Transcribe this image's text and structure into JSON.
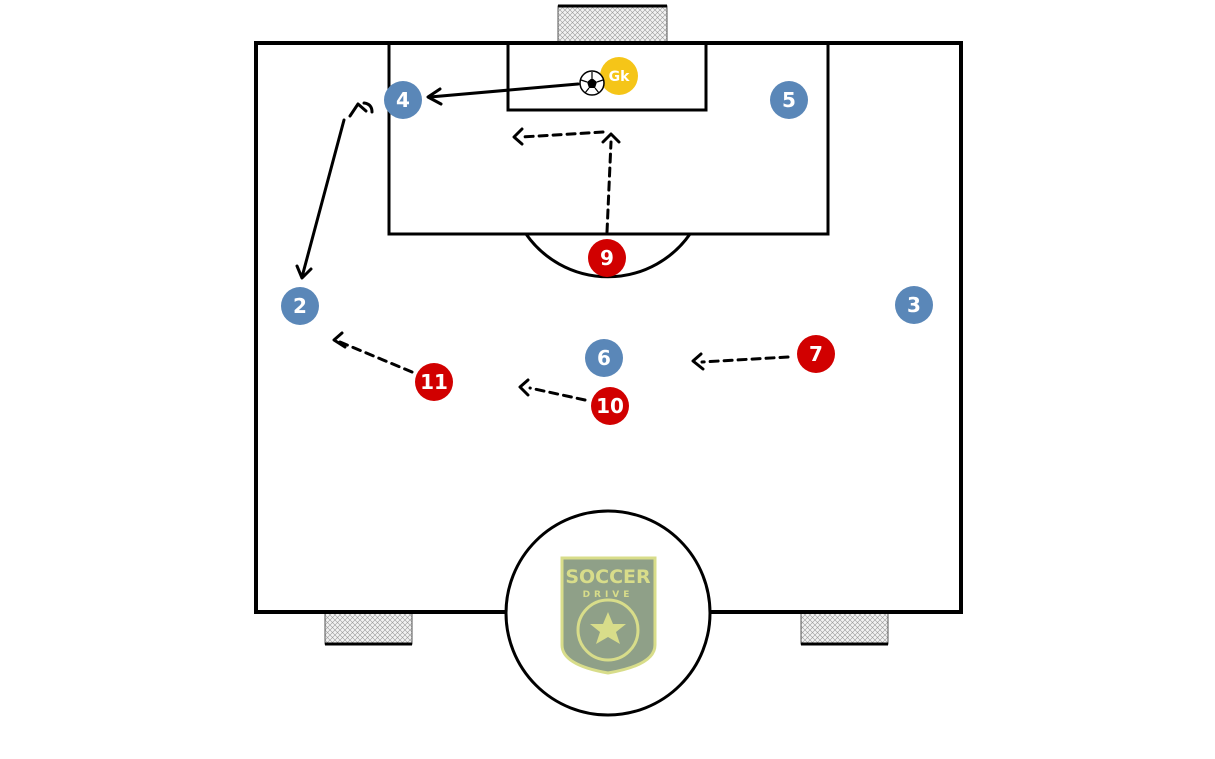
{
  "colors": {
    "field_lines": "#000000",
    "defender": "#5a87b8",
    "attacker": "#d10000",
    "goalkeeper": "#f5c518",
    "logo": "#d8dd8a",
    "logo_fill": "#8fa088"
  },
  "players": {
    "p4": {
      "label": "4"
    },
    "p5": {
      "label": "5"
    },
    "p2": {
      "label": "2"
    },
    "p3": {
      "label": "3"
    },
    "p6": {
      "label": "6"
    },
    "p9": {
      "label": "9"
    },
    "p7": {
      "label": "7"
    },
    "p11": {
      "label": "11"
    },
    "p10": {
      "label": "10"
    },
    "gk": {
      "label": "Gk"
    }
  },
  "logo": {
    "line1": "SOCCER",
    "line2": "DRIVE"
  },
  "icons": {
    "ball": "soccer-ball-icon",
    "net": "goal-net"
  }
}
